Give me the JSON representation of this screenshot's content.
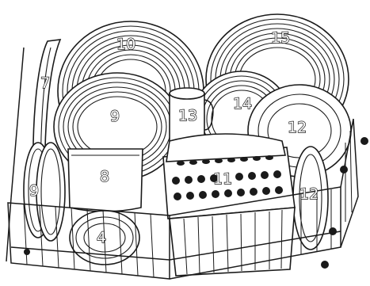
{
  "labels": {
    "plates_back_left": "10",
    "plates_back_right": "15",
    "tray_left": "7",
    "plates_middle_left": "9",
    "cup_middle": "13",
    "plates_middle_right": "14",
    "plate_right_upper": "12",
    "plates_front_left": "9",
    "bowl_large": "8",
    "cutlery_basket": "11",
    "plate_right_lower": "12",
    "bowls_small": "4"
  },
  "colors": {
    "line": "#1a1a1a",
    "fill": "#ffffff"
  }
}
